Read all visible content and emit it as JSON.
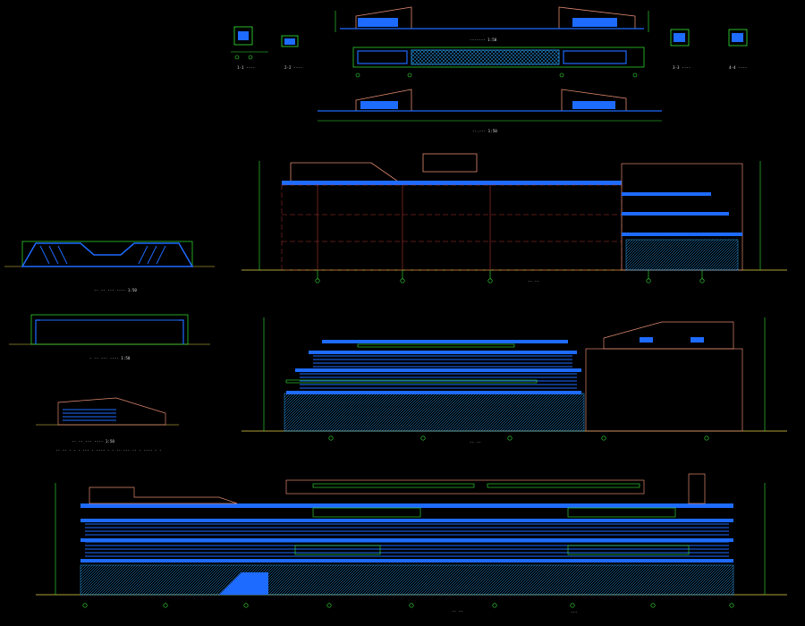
{
  "drawing": {
    "background": "#000000",
    "colors": {
      "dim_green": "#35e835",
      "slab_blue": "#1e6bff",
      "glass_blue": "#2f7bff",
      "roof_salmon": "#e08a6f",
      "grid_red": "#b0352e",
      "ground_yellow": "#e8d44a",
      "hatch_cyan": "#2aa7ff",
      "text_white": "#d8d8d8"
    },
    "icons": [
      "column-axis-bubble-icon",
      "level-marker-icon",
      "leader-callout-icon"
    ]
  },
  "captions": {
    "detail_top_left_1": "1-1 ----",
    "detail_top_left_2": "2-2 ----",
    "section_top_center_1": "------- 1:50",
    "section_top_center_2": "------- 1:50",
    "section_top_center_3": "--.--- 1:50",
    "detail_top_right_1": "3-3 ----",
    "detail_top_right_2": "4-4 ----",
    "left_section_1": "-- -- --- ---- 1:50",
    "left_section_2": "- -- --- ---- 1:50",
    "left_section_3": "-- -- --- ---- 1:50",
    "left_section_3_note": "-- -- - - - --- - ---- - - -- --- -- - ---- - -",
    "elevation_1": "-- --",
    "elevation_2": "-- --",
    "elevation_3": "-- --",
    "sheet_mark": "---"
  }
}
